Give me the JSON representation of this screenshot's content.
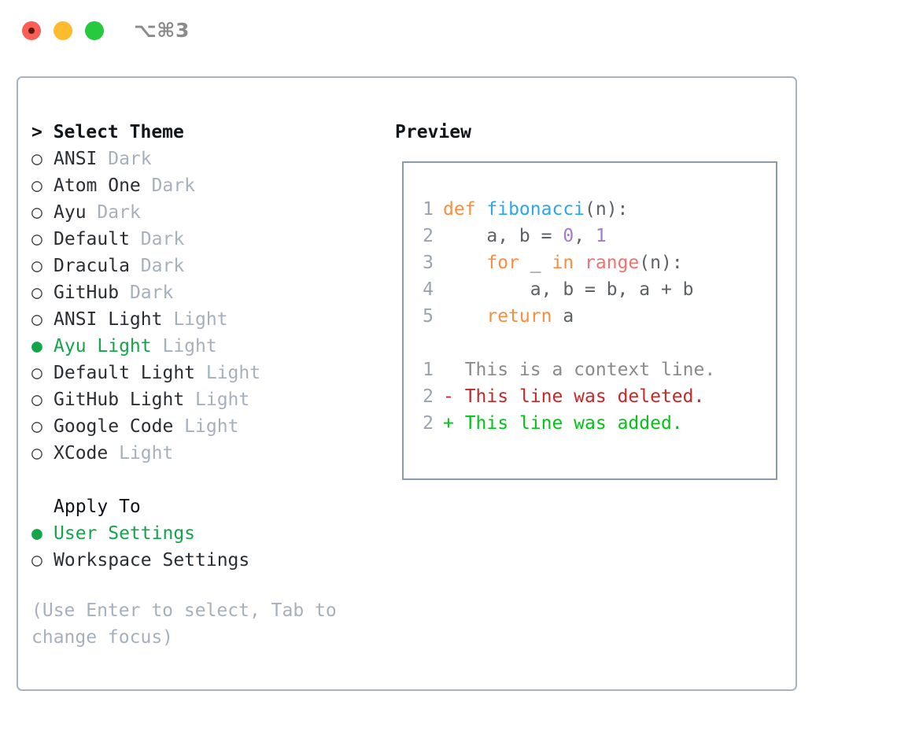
{
  "window": {
    "shortcut": "⌥⌘3",
    "traffic_lights": [
      "close-red",
      "minimize-yellow",
      "maximize-green"
    ]
  },
  "theme_picker": {
    "title": "> Select Theme",
    "focused": true,
    "marker_selected": "●",
    "marker_unselected": "○",
    "items": [
      {
        "marker": "○",
        "name": "ANSI",
        "variant": "Dark",
        "selected": false
      },
      {
        "marker": "○",
        "name": "Atom One",
        "variant": "Dark",
        "selected": false
      },
      {
        "marker": "○",
        "name": "Ayu",
        "variant": "Dark",
        "selected": false
      },
      {
        "marker": "○",
        "name": "Default",
        "variant": "Dark",
        "selected": false
      },
      {
        "marker": "○",
        "name": "Dracula",
        "variant": "Dark",
        "selected": false
      },
      {
        "marker": "○",
        "name": "GitHub",
        "variant": "Dark",
        "selected": false
      },
      {
        "marker": "○",
        "name": "ANSI Light",
        "variant": "Light",
        "selected": false
      },
      {
        "marker": "●",
        "name": "Ayu Light",
        "variant": "Light",
        "selected": true
      },
      {
        "marker": "○",
        "name": "Default Light",
        "variant": "Light",
        "selected": false
      },
      {
        "marker": "○",
        "name": "GitHub Light",
        "variant": "Light",
        "selected": false
      },
      {
        "marker": "○",
        "name": "Google Code",
        "variant": "Light",
        "selected": false
      },
      {
        "marker": "○",
        "name": "XCode",
        "variant": "Light",
        "selected": false
      }
    ]
  },
  "apply_to": {
    "title": "Apply To",
    "focused": false,
    "items": [
      {
        "marker": "●",
        "name": "User Settings",
        "selected": true
      },
      {
        "marker": "○",
        "name": "Workspace Settings",
        "selected": false
      }
    ]
  },
  "help": {
    "text": "(Use Enter to select, Tab to change focus)"
  },
  "preview": {
    "title": "Preview",
    "code_lines": [
      {
        "number": "1",
        "tokens": [
          {
            "text": "def ",
            "type": "kw"
          },
          {
            "text": "fibonacci",
            "type": "fn"
          },
          {
            "text": "(n):",
            "type": "punct"
          }
        ]
      },
      {
        "number": "2",
        "tokens": [
          {
            "text": "    a, b = ",
            "type": "var"
          },
          {
            "text": "0",
            "type": "num"
          },
          {
            "text": ", ",
            "type": "punct"
          },
          {
            "text": "1",
            "type": "num"
          }
        ]
      },
      {
        "number": "3",
        "tokens": [
          {
            "text": "    ",
            "type": "var"
          },
          {
            "text": "for",
            "type": "kw"
          },
          {
            "text": " _ ",
            "type": "var"
          },
          {
            "text": "in",
            "type": "kw"
          },
          {
            "text": " ",
            "type": "var"
          },
          {
            "text": "range",
            "type": "builtin"
          },
          {
            "text": "(n):",
            "type": "punct"
          }
        ]
      },
      {
        "number": "4",
        "tokens": [
          {
            "text": "        a, b = b, a + b",
            "type": "var"
          }
        ]
      },
      {
        "number": "5",
        "tokens": [
          {
            "text": "    ",
            "type": "var"
          },
          {
            "text": "return",
            "type": "kw"
          },
          {
            "text": " a",
            "type": "var"
          }
        ]
      }
    ],
    "diff_lines": [
      {
        "number": "1",
        "sign": " ",
        "text": "This is a context line.",
        "type": "ctx"
      },
      {
        "number": "2",
        "sign": "-",
        "text": "This line was deleted.",
        "type": "del"
      },
      {
        "number": "2",
        "sign": "+",
        "text": "This line was added.",
        "type": "add"
      }
    ]
  },
  "colors": {
    "selection_green": "#13a54a",
    "keyword_orange": "#fa8d3e",
    "function_blue": "#2ba6f0",
    "number_purple": "#a37acc",
    "builtin_red": "#f07171",
    "diff_delete": "#c62828",
    "diff_add": "#00c514",
    "muted_gray": "#a6b0bd",
    "panel_border": "#a8b2c0"
  }
}
